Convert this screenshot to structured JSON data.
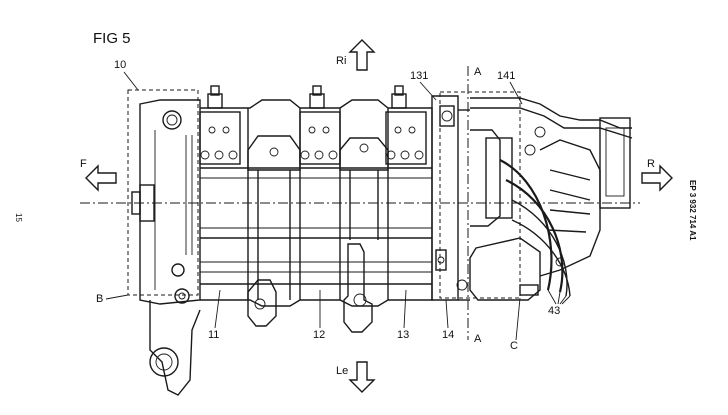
{
  "figure": {
    "title": "FIG 5",
    "page_number": "15",
    "publication": "EP 3 932 714 A1"
  },
  "directions": {
    "up": "Ri",
    "down": "Le",
    "left": "F",
    "right": "R"
  },
  "section_marks": {
    "top": "A",
    "bottom": "A"
  },
  "reference_numerals": {
    "n10": "10",
    "n131": "131",
    "n141": "141",
    "n11": "11",
    "n12": "12",
    "n13": "13",
    "n14": "14",
    "n43": "43",
    "nB": "B",
    "nC": "C"
  }
}
